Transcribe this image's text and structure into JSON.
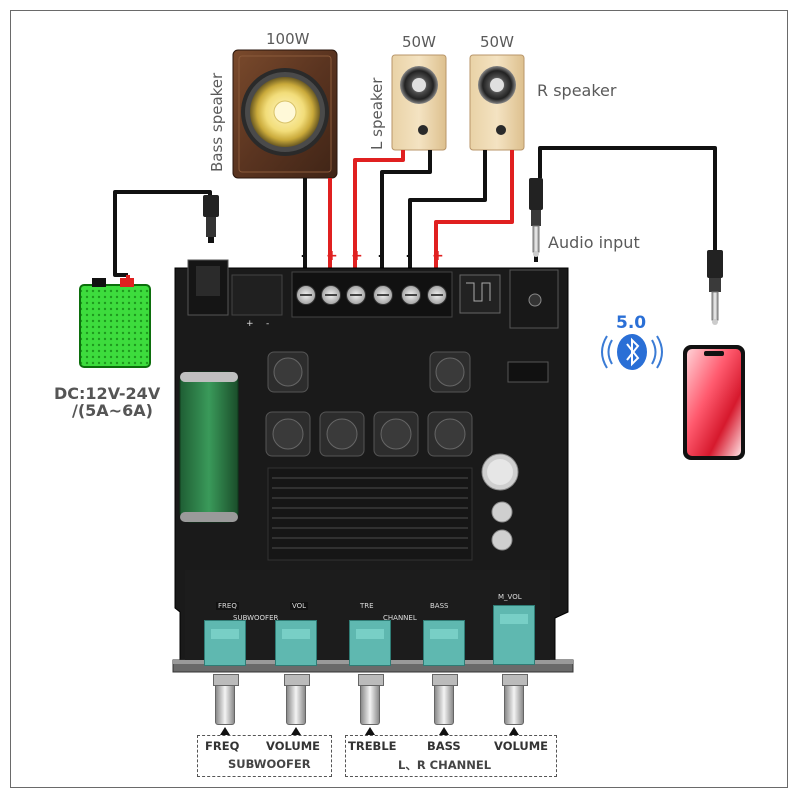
{
  "speakers": {
    "bass": {
      "wattage": "100W",
      "label": "Bass speaker"
    },
    "left": {
      "wattage": "50W",
      "label": "L speaker"
    },
    "right": {
      "wattage": "50W",
      "label": "R speaker"
    }
  },
  "inputs": {
    "audio_input_label": "Audio input",
    "bluetooth_version": "5.0",
    "power_label_line1": "DC:12V-24V",
    "power_label_line2": "/(5A~6A)"
  },
  "terminals": {
    "polarity": [
      "-",
      "+",
      "+",
      "-",
      "-",
      "+"
    ]
  },
  "board": {
    "section_freq": "FREQ",
    "section_vol": "VOL",
    "section_subwoofer": "SUBWOOFER",
    "section_tre": "TRE",
    "section_channel": "CHANNEL",
    "section_bass": "BASS",
    "section_mvol": "M_VOL"
  },
  "knobs": {
    "labels": [
      "FREQ",
      "VOLUME",
      "TREBLE",
      "BASS",
      "VOLUME"
    ],
    "group_subwoofer": "SUBWOOFER",
    "group_channel": "L、R CHANNEL"
  },
  "colors": {
    "wire_black": "#111111",
    "wire_red": "#e02020",
    "board": "#1a1a1a",
    "pot_teal": "#5fb8b0",
    "battery_green": "#3ddc3d"
  }
}
